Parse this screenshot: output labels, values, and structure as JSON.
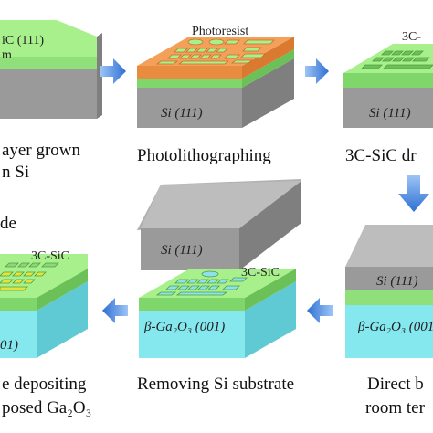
{
  "colors": {
    "sic_top": "#a8f08c",
    "sic_side": "#7fd66a",
    "si_top": "#bdbdbd",
    "si_front": "#9a9a9a",
    "si_side": "#7f7f7f",
    "photoresist": "#f3a15a",
    "ga2o3_front": "#86e8ef",
    "ga2o3_side": "#5fcad4",
    "arrow": "#3f7fd9",
    "electrode": "#e6e43c"
  },
  "steps": {
    "step1": {
      "caption_line1": "ayer grown",
      "caption_line2": "n Si",
      "label_sic": "iC (111)",
      "label_sic2": "m"
    },
    "step2": {
      "caption": "Photolithographing",
      "label_resist": "Photoresist",
      "label_si": "Si (111)"
    },
    "step3": {
      "caption": "3C-SiC dr",
      "label_sic": "3C-",
      "label_si": "Si (111)"
    },
    "step4": {
      "caption_line1": "Direct b",
      "caption_line2": "room ter",
      "label_si": "Si (111)",
      "label_ga": "β-Ga₂O₃ (001)"
    },
    "step5": {
      "caption": "Removing Si substrate",
      "label_si": "Si (111)",
      "label_sic": "3C-SiC",
      "label_ga": "β-Ga₂O₃ (001)"
    },
    "step6": {
      "caption_line1": "e depositing",
      "caption_line2": "posed Ga₂O₃",
      "label_sic": "3C-SiC",
      "label_ga": "01)",
      "side_text": "de"
    }
  }
}
